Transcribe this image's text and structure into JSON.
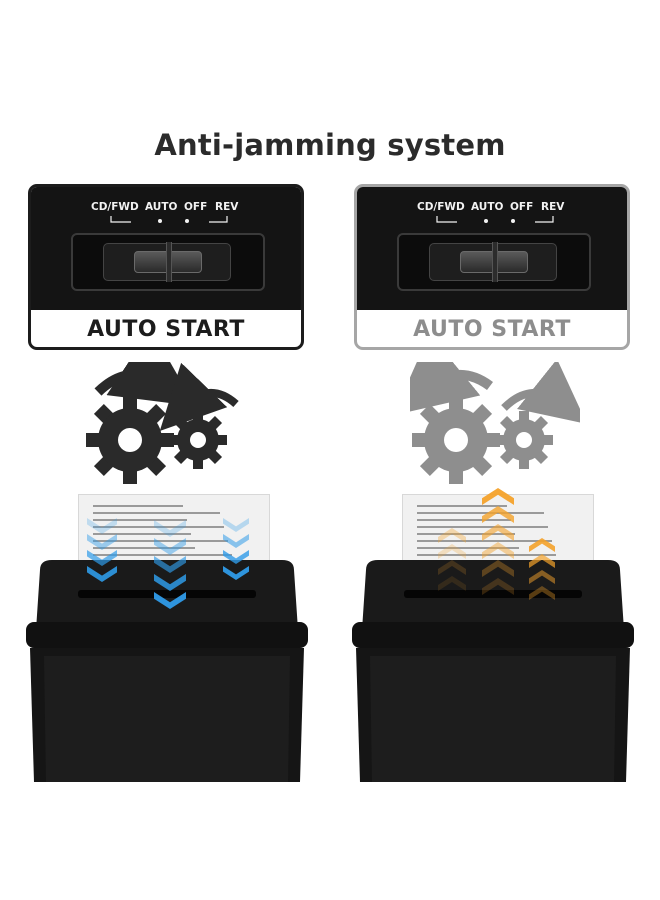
{
  "title": "Anti-jamming system",
  "panels": [
    {
      "id": "left",
      "modes": [
        "CD/FWD",
        "AUTO",
        "OFF",
        "REV"
      ],
      "label": "AUTO START",
      "gear_rotation": "forward",
      "arrow_direction": "down",
      "arrow_color": "#2f9be8",
      "border_color": "#1c1c1c",
      "label_color": "#1c1c1c",
      "gear_color": "#2a2a2a"
    },
    {
      "id": "right",
      "modes": [
        "CD/FWD",
        "AUTO",
        "OFF",
        "REV"
      ],
      "label": "AUTO START",
      "gear_rotation": "reverse",
      "arrow_direction": "up",
      "arrow_color": "#f4a22b",
      "border_color": "#a6a6a6",
      "label_color": "#8d8d8d",
      "gear_color": "#8e8e8e"
    }
  ],
  "icons": [
    "gear-icon",
    "rotation-arrow-icon",
    "chevron-down-icon",
    "chevron-up-icon"
  ]
}
